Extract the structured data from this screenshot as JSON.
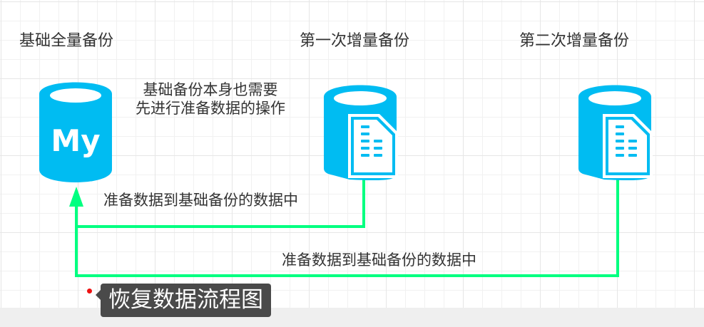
{
  "diagram": {
    "title_tooltip": "恢复数据流程图",
    "nodes": [
      {
        "id": "base",
        "title": "基础全量备份",
        "icon": "mysql-database-icon",
        "icon_text": "My"
      },
      {
        "id": "inc1",
        "title": "第一次增量备份",
        "icon": "database-document-icon"
      },
      {
        "id": "inc2",
        "title": "第二次增量备份",
        "icon": "database-document-icon"
      }
    ],
    "note": {
      "line1": "基础备份本身也需要",
      "line2": "先进行准备数据的操作"
    },
    "edges": [
      {
        "from": "inc1",
        "to": "base",
        "label": "准备数据到基础备份的数据中"
      },
      {
        "from": "inc2",
        "to": "base",
        "label": "准备数据到基础备份的数据中"
      }
    ],
    "colors": {
      "database": "#00bcf2",
      "connector": "#00ff80",
      "text": "#333333",
      "tooltip_bg": "#4a4a4a",
      "marker": "#ee1111"
    }
  }
}
